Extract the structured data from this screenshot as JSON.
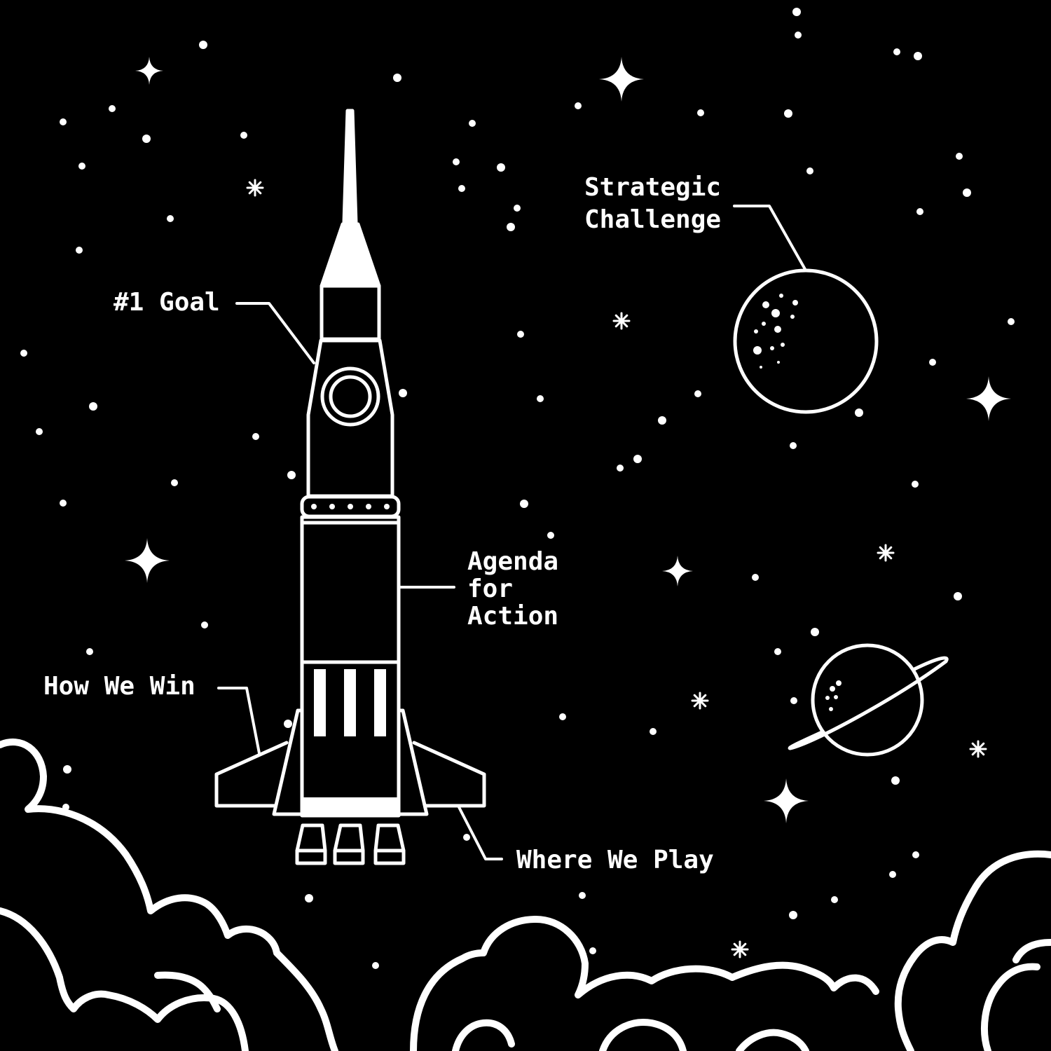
{
  "colors": {
    "background": "#000000",
    "line": "#ffffff"
  },
  "labels": {
    "goal": "#1 Goal",
    "strategic_challenge": "Strategic\nChallenge",
    "agenda_for_action": "Agenda\nfor\nAction",
    "how_we_win": "How We Win",
    "where_we_play": "Where We Play"
  },
  "icons": [
    "rocket-icon",
    "moon-icon",
    "ringed-planet-icon",
    "star-icon",
    "cloud-icon"
  ]
}
